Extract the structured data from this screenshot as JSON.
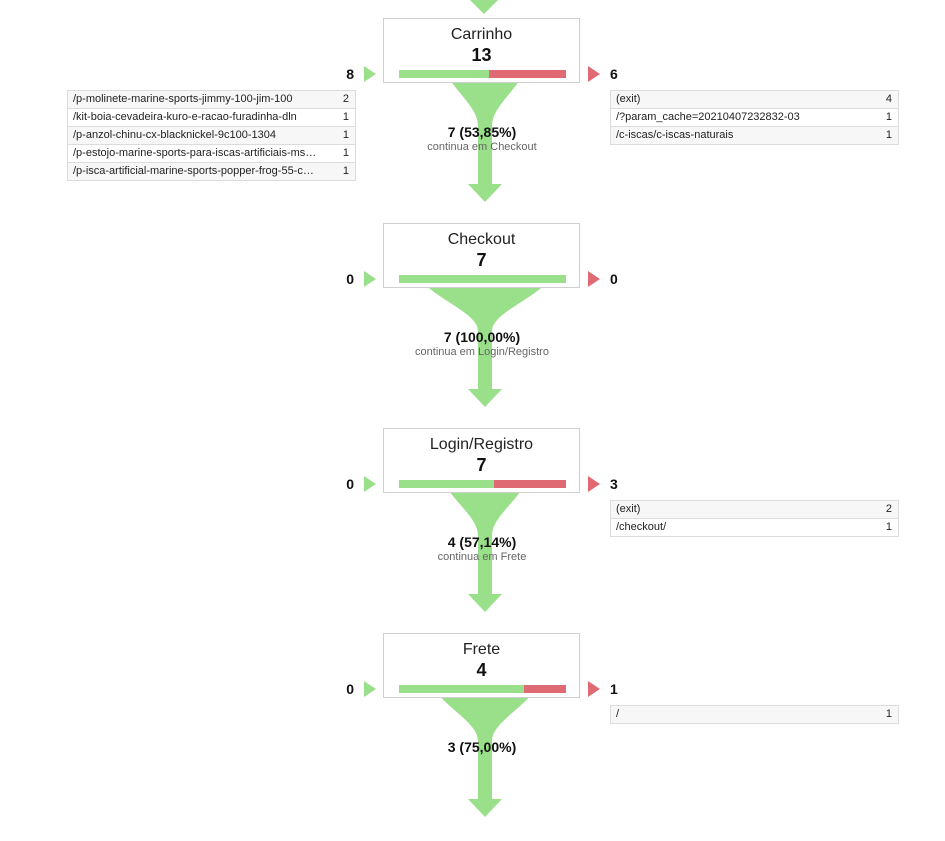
{
  "colors": {
    "continue": "#9adf8a",
    "exit": "#e06a74"
  },
  "steps": [
    {
      "name": "Carrinho",
      "count": "13",
      "continue_ratio": 0.5385,
      "entrances": "8",
      "exits": "6",
      "flow": {
        "value": "7 (53,85%)",
        "caption": "continua em Checkout"
      },
      "sources": [
        {
          "label": "/p-molinete-marine-sports-jimmy-100-jim-100",
          "count": "2"
        },
        {
          "label": "/kit-boia-cevadeira-kuro-e-racao-furadinha-dln",
          "count": "1"
        },
        {
          "label": "/p-anzol-chinu-cx-blacknickel-9c100-1304",
          "count": "1"
        },
        {
          "label": "/p-estojo-marine-sports-para-iscas-artificiais-ms…",
          "count": "1"
        },
        {
          "label": "/p-isca-artificial-marine-sports-popper-frog-55-c…",
          "count": "1"
        }
      ],
      "destinations": [
        {
          "label": "(exit)",
          "count": "4"
        },
        {
          "label": "/?param_cache=20210407232832-03",
          "count": "1"
        },
        {
          "label": "/c-iscas/c-iscas-naturais",
          "count": "1"
        }
      ]
    },
    {
      "name": "Checkout",
      "count": "7",
      "continue_ratio": 1.0,
      "entrances": "0",
      "exits": "0",
      "flow": {
        "value": "7 (100,00%)",
        "caption": "continua em Login/Registro"
      },
      "sources": [],
      "destinations": []
    },
    {
      "name": "Login/Registro",
      "count": "7",
      "continue_ratio": 0.5714,
      "entrances": "0",
      "exits": "3",
      "flow": {
        "value": "4 (57,14%)",
        "caption": "continua em Frete"
      },
      "sources": [],
      "destinations": [
        {
          "label": "(exit)",
          "count": "2"
        },
        {
          "label": "/checkout/",
          "count": "1"
        }
      ]
    },
    {
      "name": "Frete",
      "count": "4",
      "continue_ratio": 0.75,
      "entrances": "0",
      "exits": "1",
      "flow": {
        "value": "3 (75,00%)",
        "caption": ""
      },
      "sources": [],
      "destinations": [
        {
          "label": "/",
          "count": "1"
        }
      ]
    }
  ]
}
